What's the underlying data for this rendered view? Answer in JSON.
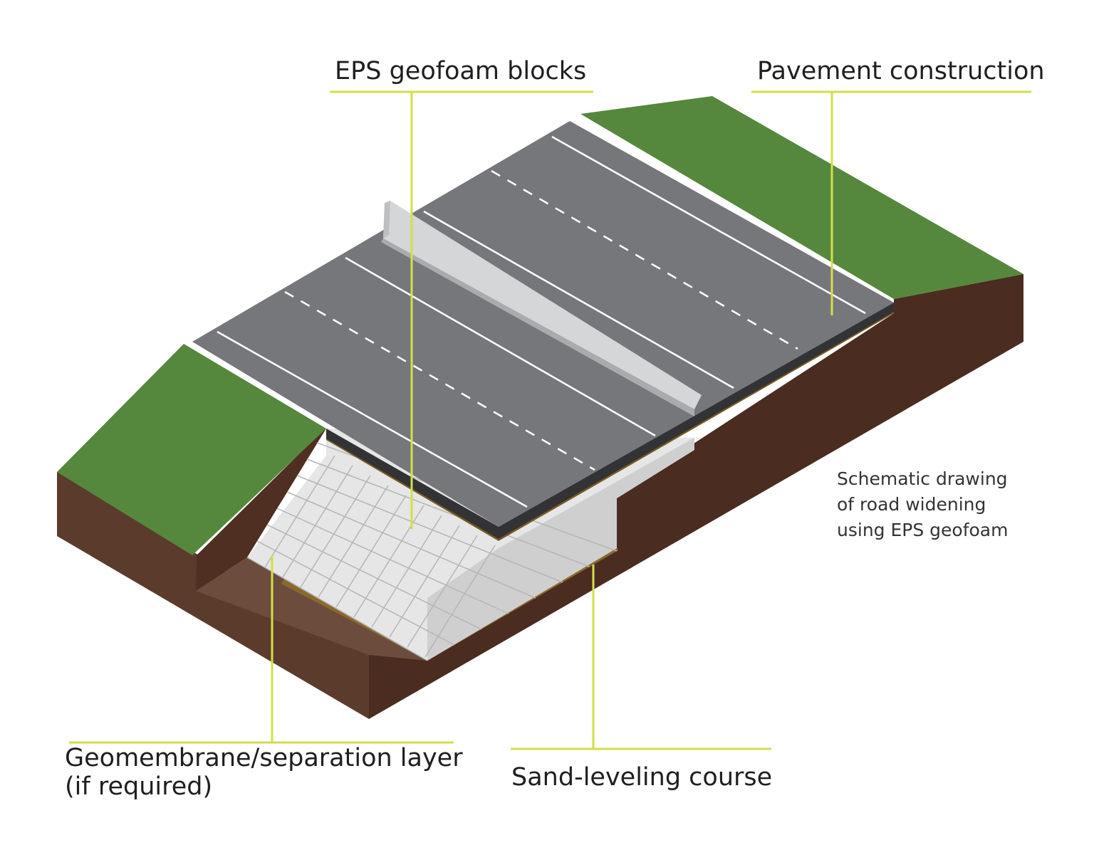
{
  "labels": {
    "eps_blocks": "EPS geofoam blocks",
    "pavement": "Pavement construction",
    "geomembrane_line1": "Geomembrane/separation layer",
    "geomembrane_line2": "(if required)",
    "sand_course": "Sand-leveling course"
  },
  "note": {
    "line1": "Schematic drawing",
    "line2": "of road widening",
    "line3": "using EPS geofoam"
  },
  "colors": {
    "leader": "#d3df4a",
    "grass": "#55883c",
    "grass_dark": "#3f6e2a",
    "soil_front": "#5b3c2c",
    "soil_side": "#4a2c20",
    "soil_floor": "#6c4c3c",
    "asphalt": "#76777b",
    "asphalt_edge": "#333335",
    "sand": "#7a5a24",
    "geofoam": "#e6e6e6",
    "geofoam_side": "#c8c8c8",
    "barrier": "#d5d6d8",
    "lane_marking": "#ffffff"
  }
}
